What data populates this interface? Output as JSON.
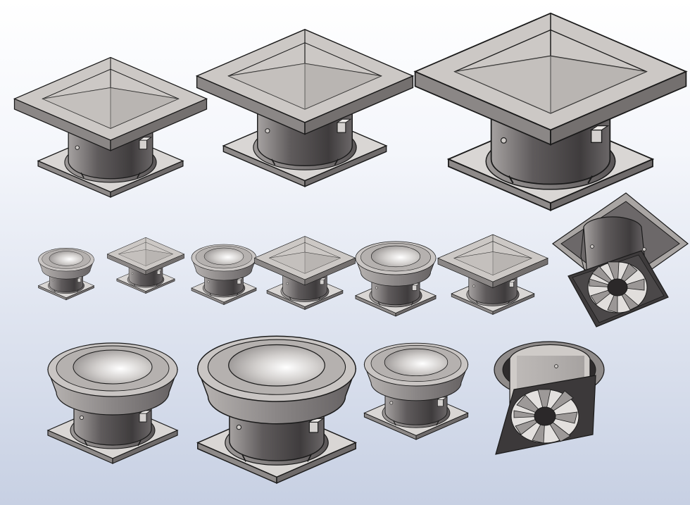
{
  "viewport": {
    "background_top": "#ffffff",
    "background_bottom": "#c7d0e3"
  },
  "materials": {
    "steel_light": "#cfcbc8",
    "steel_mid": "#a9a5a2",
    "steel_dark": "#4e4b4b",
    "edge": "#1a1a1a"
  },
  "models": [
    {
      "kind": "pyramid-roof-fan",
      "size": "large",
      "row": 1,
      "col": 1
    },
    {
      "kind": "pyramid-roof-fan",
      "size": "large",
      "row": 1,
      "col": 2
    },
    {
      "kind": "pyramid-roof-fan",
      "size": "x-large",
      "row": 1,
      "col": 3
    },
    {
      "kind": "dome-roof-fan",
      "size": "small",
      "row": 2,
      "col": 1
    },
    {
      "kind": "pyramid-roof-fan",
      "size": "small",
      "row": 2,
      "col": 2
    },
    {
      "kind": "dome-roof-fan",
      "size": "small",
      "row": 2,
      "col": 3
    },
    {
      "kind": "pyramid-roof-fan",
      "size": "small",
      "row": 2,
      "col": 4
    },
    {
      "kind": "dome-roof-fan",
      "size": "small",
      "row": 2,
      "col": 5
    },
    {
      "kind": "pyramid-roof-fan",
      "size": "small",
      "row": 2,
      "col": 6
    },
    {
      "kind": "square-wall-fan",
      "size": "medium",
      "row": 2,
      "col": 7
    },
    {
      "kind": "dome-roof-fan",
      "size": "large",
      "row": 3,
      "col": 1
    },
    {
      "kind": "dome-roof-fan",
      "size": "x-large",
      "row": 3,
      "col": 2
    },
    {
      "kind": "dome-roof-fan",
      "size": "medium",
      "row": 3,
      "col": 3
    },
    {
      "kind": "round-wall-fan",
      "size": "medium",
      "row": 3,
      "col": 4
    }
  ]
}
